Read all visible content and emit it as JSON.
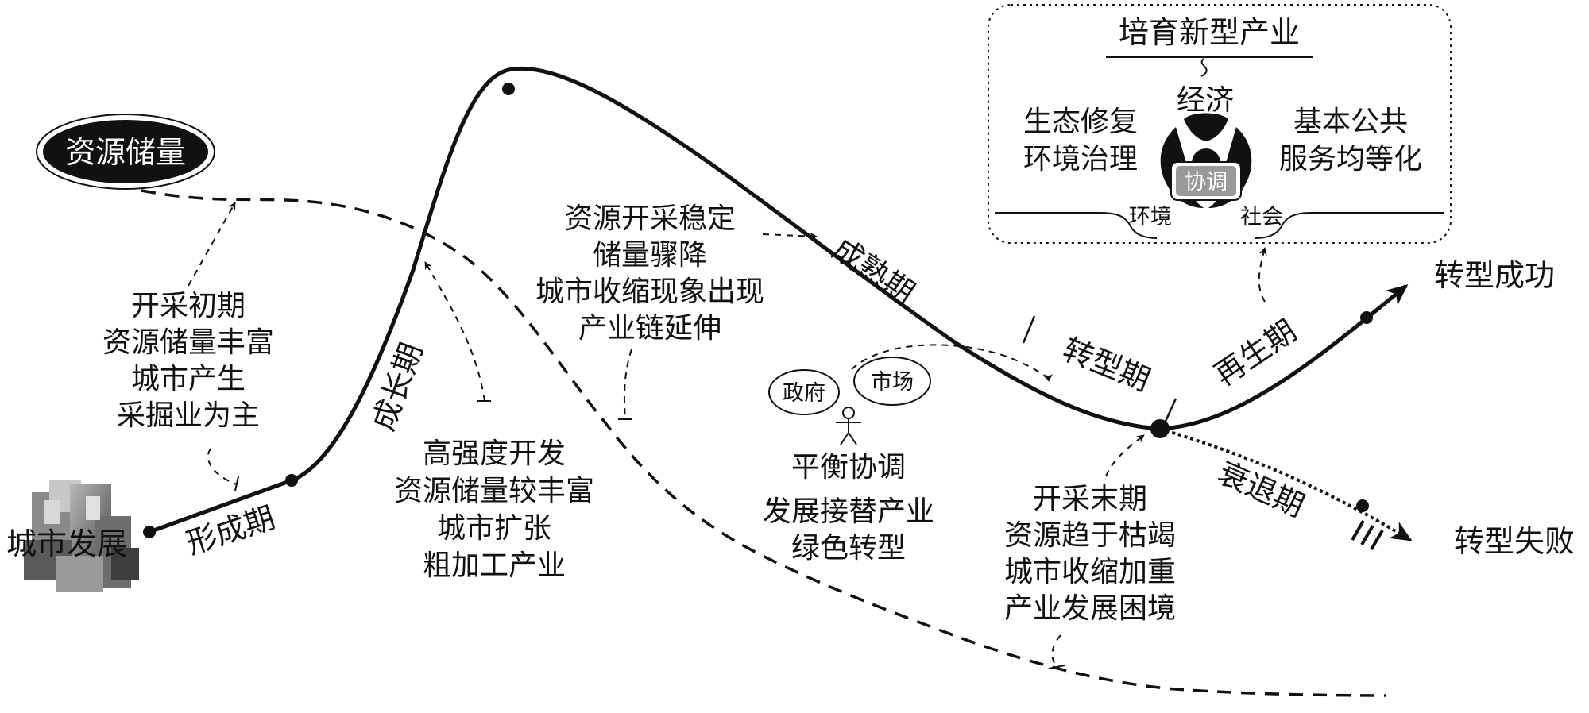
{
  "resource_reserve": "资源储量",
  "urban_development": "城市发展",
  "stages": {
    "formation": "形成期",
    "growth": "成长期",
    "maturity": "成熟期",
    "transition": "转型期",
    "regeneration": "再生期",
    "decline": "衰退期"
  },
  "outcomes": {
    "success": "转型成功",
    "failure": "转型失败"
  },
  "notes": {
    "early": [
      "开采初期",
      "资源储量丰富",
      "城市产生",
      "采掘业为主"
    ],
    "growth": [
      "高强度开发",
      "资源储量较丰富",
      "城市扩张",
      "粗加工产业"
    ],
    "mature": [
      "资源开采稳定",
      "储量骤降",
      "城市收缩现象出现",
      "产业链延伸"
    ],
    "late": [
      "开采末期",
      "资源趋于枯竭",
      "城市收缩加重",
      "产业发展困境"
    ],
    "balance_title": "平衡协调",
    "balance_lines": [
      "发展接替产业",
      "绿色转型"
    ]
  },
  "actors": {
    "government": "政府",
    "market": "市场"
  },
  "box": {
    "title": "培育新型产业",
    "economy": "经济",
    "left_lines": [
      "生态修复",
      "环境治理"
    ],
    "right_lines": [
      "基本公共",
      "服务均等化"
    ],
    "coordination": "协调",
    "environment": "环境",
    "society": "社会"
  }
}
